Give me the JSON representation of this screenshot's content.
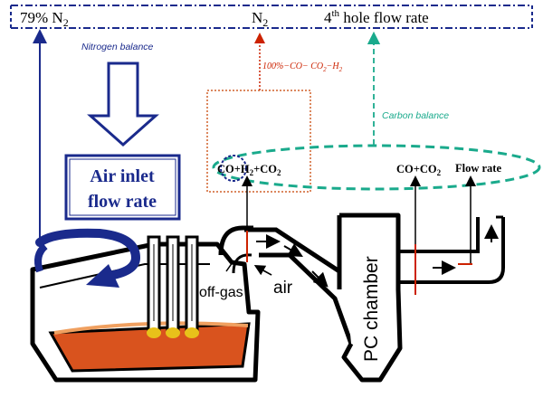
{
  "header": {
    "n2_79": "79% N",
    "n2_79_sub": "2",
    "n2": "N",
    "n2_sub": "2",
    "hole_prefix": "4",
    "hole_sup": "th",
    "hole_text": " hole flow rate"
  },
  "labels": {
    "nitrogen_balance": "Nitrogen balance",
    "carbon_balance": "Carbon balance",
    "air_inlet_line1": "Air inlet",
    "air_inlet_line2": "flow rate",
    "formula_main": "100%−CO− CO",
    "formula_sub1": "2",
    "formula_tail": "−H",
    "formula_sub2": "2",
    "analyzer_co": "CO+H",
    "analyzer_h_sub": "2",
    "analyzer_plus": "+CO",
    "analyzer_co2_sub": "2",
    "right_co": "CO+CO",
    "right_co2_sub": "2",
    "right_flow": "Flow rate",
    "offgas": "off-gas",
    "air": "air",
    "pc_chamber": "PC chamber"
  },
  "colors": {
    "navy": "#1a2a8c",
    "red": "#cc2200",
    "teal": "#1aaa8c",
    "orange": "#d0602a",
    "black": "#000000",
    "melt": "#d9531e",
    "flame": "#e8c21a"
  }
}
